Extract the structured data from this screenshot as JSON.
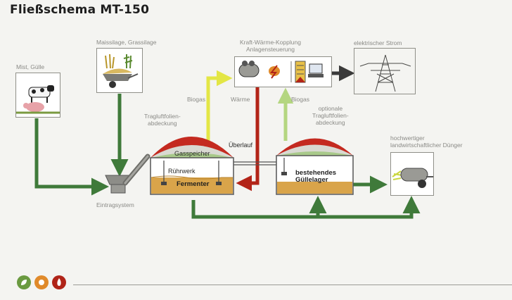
{
  "title": "Fließschema MT-150",
  "labels": {
    "mist_guelle": "Mist, Gülle",
    "maissilage": "Maissilage, Grassilage",
    "kwk_line1": "Kraft-Wärme-Kopplung",
    "kwk_line2": "Anlagensteuerung",
    "strom": "elektrischer Strom",
    "biogas_left": "Biogas",
    "waerme": "Wärme",
    "biogas_right": "Biogas",
    "abdeckung_line1": "Tragluftfolien-",
    "abdeckung_line2": "abdeckung",
    "optional_line1": "optionale",
    "optional_line2": "Tragluftfolien-",
    "optional_line3": "abdeckung",
    "duenger_line1": "hochwertiger",
    "duenger_line2": "landwirtschaftlicher Dünger",
    "ueberlauf": "Überlauf",
    "gasspeicher": "Gasspeicher",
    "ruehrwerk": "Rührwerk",
    "fermenter": "Fermenter",
    "guelle_line1": "bestehendes",
    "guelle_line2": "Güllelager",
    "eintrag": "Eintragsystem"
  },
  "colors": {
    "green_arrow": "#3f7a3a",
    "yellow_arrow": "#e3e645",
    "light_green_arrow": "#b4d680",
    "red_arrow": "#b32418",
    "dark_arrow": "#3a3a3a",
    "dome_red": "#c42a20",
    "tank_fill": "#d9a44a",
    "icon_green": "#6a9a40",
    "icon_orange": "#e08a2a",
    "icon_red": "#b02418"
  },
  "icons": [
    "leaf-icon",
    "sun-icon",
    "flame-icon"
  ]
}
